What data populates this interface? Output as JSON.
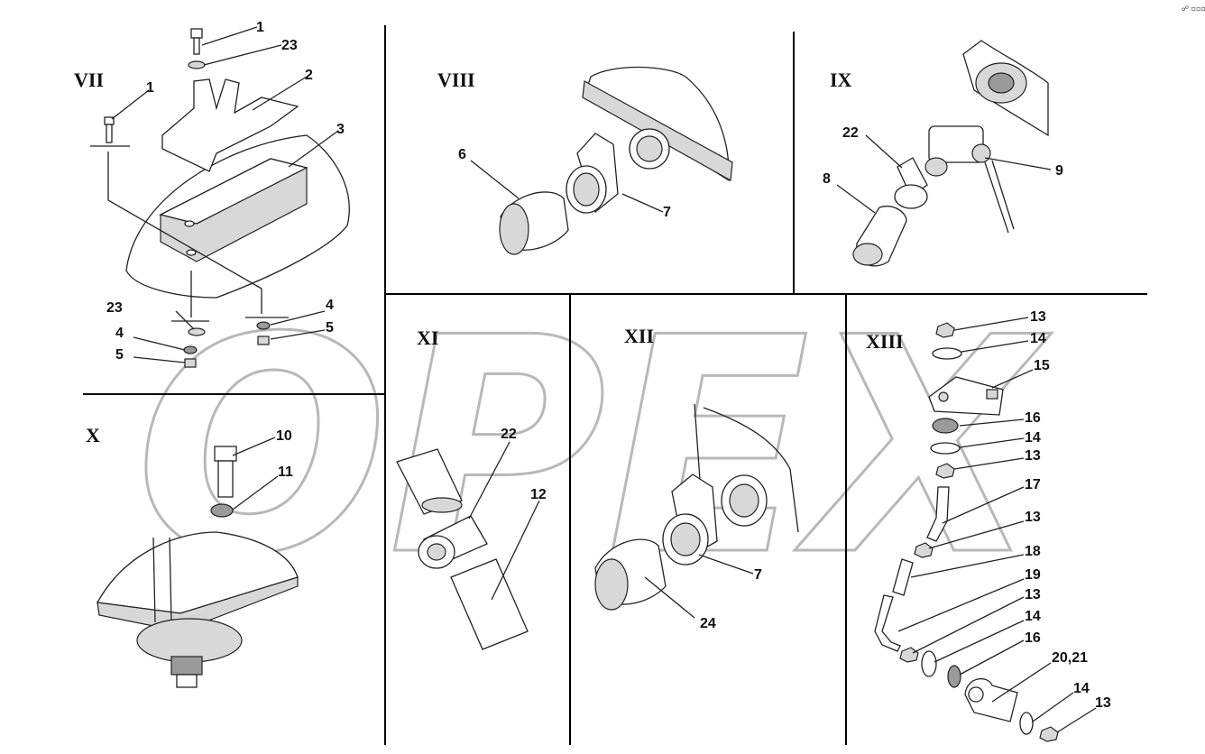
{
  "watermark": {
    "text": "OPEX"
  },
  "corner_mark": "☍ ▫▫▫",
  "sections": {
    "vii": "VII",
    "viii": "VIII",
    "ix": "IX",
    "x": "X",
    "xi": "XI",
    "xii": "XII",
    "xiii": "XIII"
  },
  "callouts": {
    "vii": [
      "1",
      "23",
      "1",
      "2",
      "3",
      "23",
      "4",
      "5",
      "4",
      "5"
    ],
    "viii": [
      "6",
      "7"
    ],
    "ix": [
      "22",
      "8",
      "9"
    ],
    "x": [
      "10",
      "11"
    ],
    "xi": [
      "22",
      "12"
    ],
    "xii": [
      "7",
      "24"
    ],
    "xiii": [
      "13",
      "14",
      "15",
      "16",
      "14",
      "13",
      "17",
      "13",
      "18",
      "19",
      "13",
      "14",
      "16",
      "20,21",
      "14",
      "13"
    ]
  }
}
